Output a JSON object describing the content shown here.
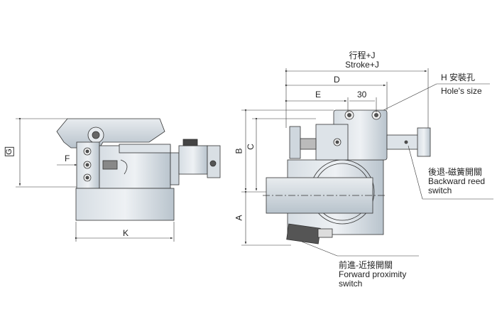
{
  "labels": {
    "G": "G",
    "F": "F",
    "K": "K",
    "A": "A",
    "B": "B",
    "C": "C",
    "D": "D",
    "E": "E",
    "thirty": "30",
    "stroke_zh": "行程+J",
    "stroke_en": "Stroke+J",
    "hole_zh": "H 安裝孔",
    "hole_en": "Hole's size",
    "backward_zh": "後退-磁簧開關",
    "backward_en1": "Backward reed",
    "backward_en2": "switch",
    "forward_zh": "前進-近接開關",
    "forward_en1": "Forward proximity",
    "forward_en2": "switch"
  },
  "colors": {
    "body": "#c9d3db",
    "body_light": "#e3e8ec",
    "outline": "#333333",
    "dark": "#3a3a3a"
  }
}
